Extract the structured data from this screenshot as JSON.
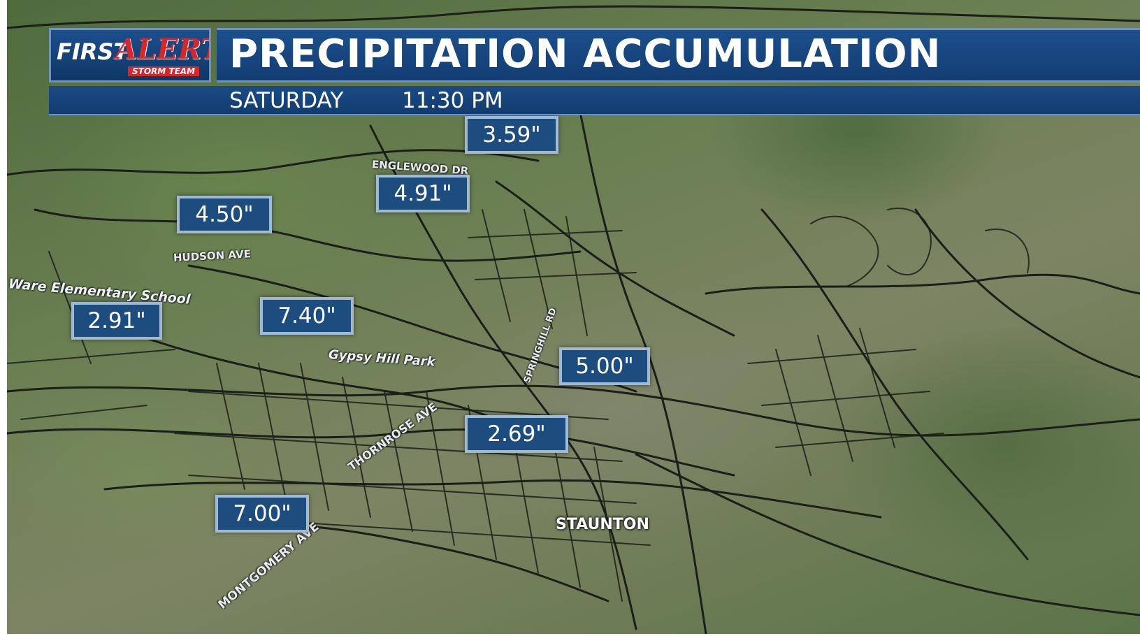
{
  "header": {
    "title": "PRECIPITATION ACCUMULATION",
    "day": "SATURDAY",
    "time": "11:30 PM"
  },
  "logo": {
    "first": "FIRST",
    "alert": "ALERT",
    "team": "STORM TEAM"
  },
  "map": {
    "city": "STAUNTON",
    "streets": [
      "ENGLEWOOD DR",
      "HUDSON AVE",
      "SPRINGHILL RD",
      "THORNROSE AVE",
      "MONTGOMERY AVE"
    ],
    "places": [
      "Ware Elementary School",
      "Gypsy Hill Park"
    ]
  },
  "readings": [
    "3.59\"",
    "4.91\"",
    "4.50\"",
    "2.91\"",
    "7.40\"",
    "5.00\"",
    "2.69\"",
    "7.00\""
  ],
  "colors": {
    "box_fill": "#1d4d7f",
    "header_fill": "#1c4f8c",
    "alert_red": "#d8272b"
  }
}
